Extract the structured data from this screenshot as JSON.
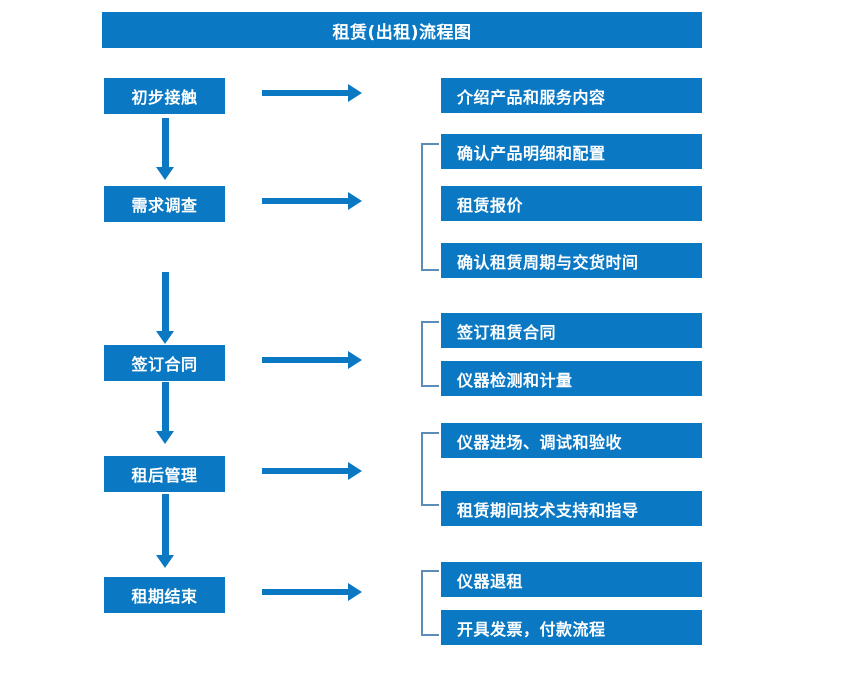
{
  "diagram": {
    "title": "租赁(出租)流程图",
    "accent_color": "#0a78c2",
    "bracket_color": "#5b8db8",
    "text_color": "#ffffff",
    "background_color": "#ffffff",
    "arrow_icon_right": "arrow-right",
    "arrow_icon_down": "arrow-down",
    "stages": [
      {
        "label": "初步接触",
        "details": [
          "介绍产品和服务内容"
        ]
      },
      {
        "label": "需求调查",
        "details": [
          "确认产品明细和配置",
          "租赁报价",
          "确认租赁周期与交货时间"
        ]
      },
      {
        "label": "签订合同",
        "details": [
          "签订租赁合同",
          "仪器检测和计量"
        ]
      },
      {
        "label": "租后管理",
        "details": [
          "仪器进场、调试和验收",
          "租赁期间技术支持和指导"
        ]
      },
      {
        "label": "租期结束",
        "details": [
          "仪器退租",
          "开具发票，付款流程"
        ]
      }
    ]
  }
}
